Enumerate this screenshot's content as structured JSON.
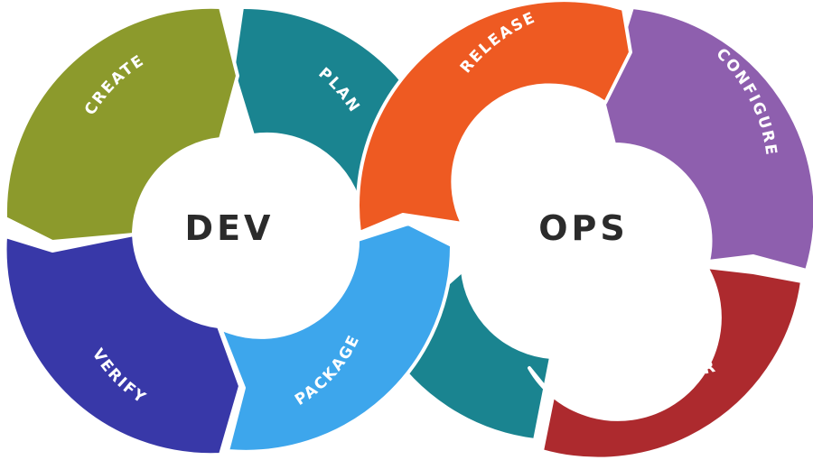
{
  "dev": {
    "label": "DEV",
    "stages": [
      {
        "key": "plan",
        "label": "PLAN",
        "color": "#1a8490"
      },
      {
        "key": "create",
        "label": "CREATE",
        "color": "#8c9a2c"
      },
      {
        "key": "verify",
        "label": "VERIFY",
        "color": "#3838a8"
      },
      {
        "key": "package",
        "label": "PACKAGE",
        "color": "#3da6ec"
      }
    ]
  },
  "ops": {
    "label": "OPS",
    "stages": [
      {
        "key": "release",
        "label": "RELEASE",
        "color": "#ee5a22"
      },
      {
        "key": "configure",
        "label": "CONFIGURE",
        "color": "#8e5fae"
      },
      {
        "key": "monitor",
        "label": "MONITOR",
        "color": "#ad2a2e"
      },
      {
        "key": "crossover",
        "label": "",
        "color": "#1a8490"
      }
    ]
  }
}
